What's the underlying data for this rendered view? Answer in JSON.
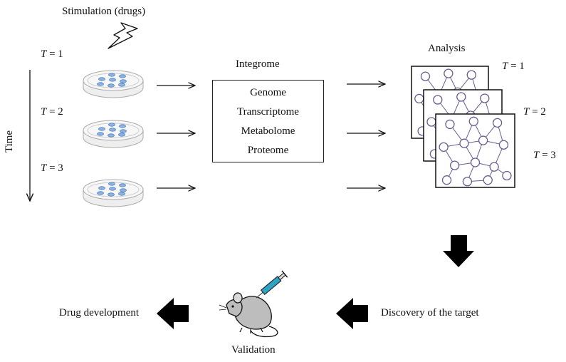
{
  "stimulation": {
    "label": "Stimulation (drugs)",
    "icon": "lightning-bolt-icon"
  },
  "time": {
    "axis_label": "Time",
    "points": [
      {
        "var": "T",
        "eq": " = 1"
      },
      {
        "var": "T",
        "eq": " = 2"
      },
      {
        "var": "T",
        "eq": " = 3"
      }
    ]
  },
  "integrome": {
    "title": "Integrome",
    "items": [
      "Genome",
      "Transcriptome",
      "Metabolome",
      "Proteome"
    ]
  },
  "analysis": {
    "title": "Analysis",
    "network_labels": [
      {
        "var": "T",
        "eq": " = 1"
      },
      {
        "var": "T",
        "eq": " = 2"
      },
      {
        "var": "T",
        "eq": " = 3"
      }
    ],
    "node_color": "#6b5a8e"
  },
  "pipeline": {
    "discovery": "Discovery of the target",
    "validation": "Validation",
    "development": "Drug development"
  },
  "colors": {
    "cell": "#4a7fc1",
    "dish": "#c8c8c8",
    "arrow": "#000000"
  }
}
